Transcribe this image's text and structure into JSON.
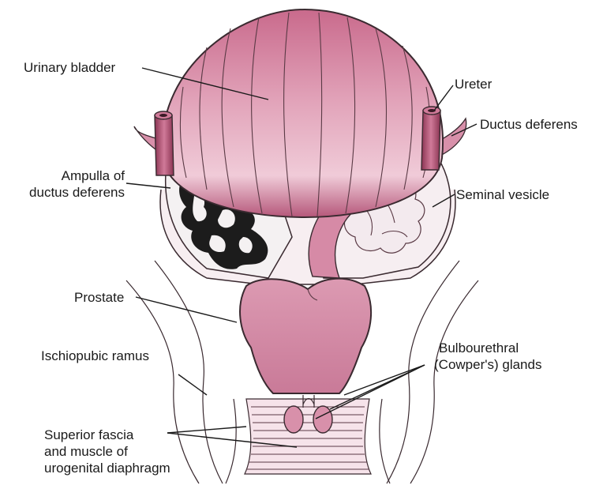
{
  "labels": {
    "urinary_bladder": "Urinary bladder",
    "ureter": "Ureter",
    "ductus_deferens": "Ductus deferens",
    "ampulla_line1": "Ampulla of",
    "ampulla_line2": "ductus deferens",
    "seminal_vesicle": "Seminal vesicle",
    "prostate": "Prostate",
    "ischiopubic_ramus": "Ischiopubic ramus",
    "bulbourethral_line1": "Bulbourethral",
    "bulbourethral_line2": "(Cowper's) glands",
    "urogenital_line1": "Superior fascia",
    "urogenital_line2": "and muscle of",
    "urogenital_line3": "urogenital diaphragm"
  },
  "colors": {
    "organ_pink": "#d98aa5",
    "organ_deep": "#a84a6a",
    "organ_light": "#f2d2dc",
    "outline": "#3a2a30",
    "lumen": "#1c1c1c"
  }
}
